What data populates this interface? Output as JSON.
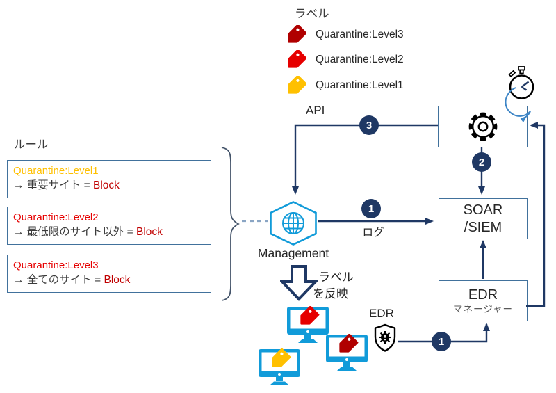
{
  "colors": {
    "navy": "#1f3864",
    "box_border": "#41719c",
    "light_blue": "#119bd9",
    "swirl_blue": "#3d85c6",
    "dashed": "#8aa5c4",
    "dark_red": "#b00000",
    "red": "#e60000",
    "amber": "#ffc000",
    "block_red": "#c00000"
  },
  "legend": {
    "title": "ラベル",
    "items": [
      {
        "label": "Quarantine:Level3",
        "color": "#b00000"
      },
      {
        "label": "Quarantine:Level2",
        "color": "#e60000"
      },
      {
        "label": "Quarantine:Level1",
        "color": "#ffc000"
      }
    ]
  },
  "rules": {
    "title": "ルール",
    "boxes": [
      {
        "tag": "Quarantine:Level1",
        "tag_color": "#ffc000",
        "condition": "→ 重要サイト = ",
        "action": "Block"
      },
      {
        "tag": "Quarantine:Level2",
        "tag_color": "#e60000",
        "condition": "→ 最低限のサイト以外 =  ",
        "action": "Block"
      },
      {
        "tag": "Quarantine:Level3",
        "tag_color": "#e60000",
        "condition": "→ 全てのサイト = ",
        "action": "Block"
      }
    ]
  },
  "management": {
    "label": "Management"
  },
  "api_label": "API",
  "log_label": "ログ",
  "apply": {
    "line1": "ラベル",
    "line2": "を反映"
  },
  "soar": {
    "line1": "SOAR",
    "line2": "/SIEM"
  },
  "edr_manager": {
    "line1": "EDR",
    "line2": "マネージャー"
  },
  "edr_agent": {
    "label": "EDR"
  },
  "badges": {
    "log": "1",
    "edr": "1",
    "soar_update": "2",
    "api_call": "3"
  },
  "monitors": [
    {
      "tag_color": "#e60000"
    },
    {
      "tag_color": "#b00000"
    },
    {
      "tag_color": "#ffc000"
    }
  ]
}
